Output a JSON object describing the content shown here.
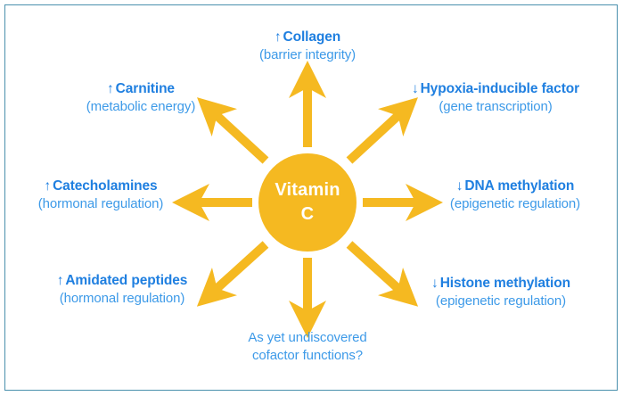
{
  "figure": {
    "hub": {
      "line1": "Vitamin",
      "line2": "C",
      "color": "#f5b921",
      "text_color": "#ffffff"
    },
    "colors": {
      "arrow": "#f5b921",
      "title_blue": "#1f7fe0",
      "sub_blue": "#3d9ae8",
      "border": "#4a90ad",
      "background": "#ffffff"
    },
    "arrow_up_glyph": "↑",
    "arrow_down_glyph": "↓",
    "nodes": [
      {
        "id": "collagen",
        "direction": "up",
        "glyph": "↑",
        "title": "Collagen",
        "sub": "(barrier integrity)"
      },
      {
        "id": "hypoxia-inducible-factor",
        "direction": "down",
        "glyph": "↓",
        "title": "Hypoxia-inducible factor",
        "sub": "(gene transcription)"
      },
      {
        "id": "dna-methylation",
        "direction": "down",
        "glyph": "↓",
        "title": "DNA methylation",
        "sub": "(epigenetic regulation)"
      },
      {
        "id": "histone-methylation",
        "direction": "down",
        "glyph": "↓",
        "title": "Histone methylation",
        "sub": "(epigenetic regulation)"
      },
      {
        "id": "undiscovered-cofactor-functions",
        "direction": "none",
        "glyph": "",
        "title": "As yet undiscovered",
        "sub": "cofactor functions?"
      },
      {
        "id": "amidated-peptides",
        "direction": "up",
        "glyph": "↑",
        "title": "Amidated peptides",
        "sub": "(hormonal regulation)"
      },
      {
        "id": "catecholamines",
        "direction": "up",
        "glyph": "↑",
        "title": "Catecholamines",
        "sub": "(hormonal regulation)"
      },
      {
        "id": "carnitine",
        "direction": "up",
        "glyph": "↑",
        "title": "Carnitine",
        "sub": "(metabolic energy)"
      }
    ]
  }
}
